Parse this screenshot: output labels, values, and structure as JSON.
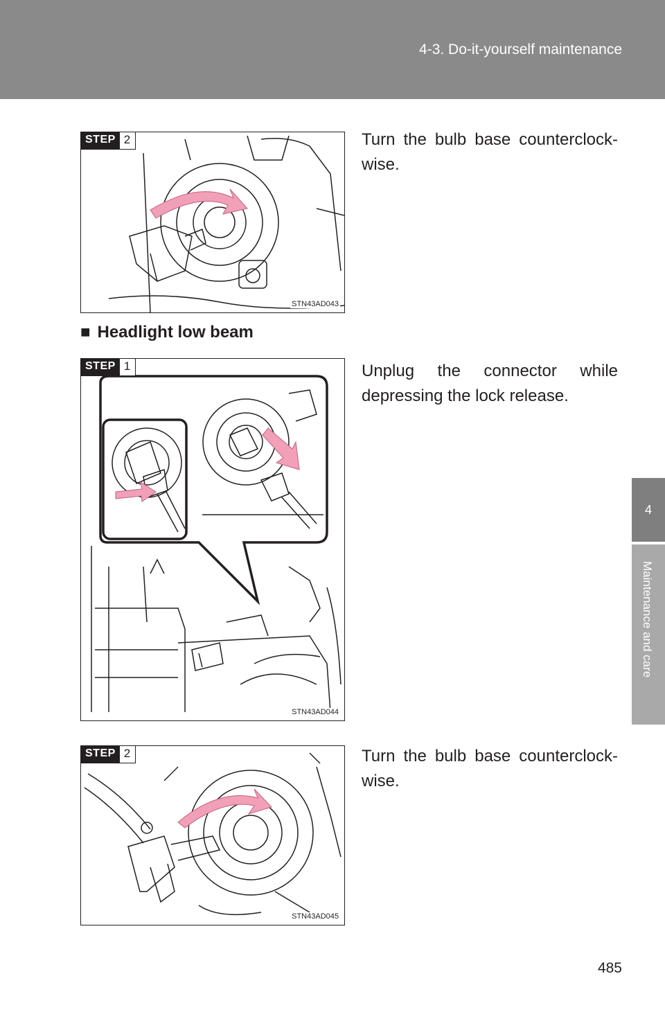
{
  "header": {
    "title": "4-3. Do-it-yourself maintenance"
  },
  "side_tab": {
    "chapter_number": "4",
    "chapter_title": "Maintenance and care"
  },
  "steps": [
    {
      "badge_word": "STEP",
      "badge_number": "2",
      "image_code": "STN43AD043",
      "text": "Turn the bulb base counterclock-wise."
    },
    {
      "badge_word": "STEP",
      "badge_number": "1",
      "image_code": "STN43AD044",
      "text": "Unplug the connector while depressing the lock release."
    },
    {
      "badge_word": "STEP",
      "badge_number": "2",
      "image_code": "STN43AD045",
      "text": "Turn the bulb base counterclock-wise."
    }
  ],
  "section": {
    "bullet": "■",
    "heading": "Headlight low beam"
  },
  "page_number": "485",
  "colors": {
    "header_bg": "#8a8a8a",
    "arrow": "#f2a0b8",
    "text": "#231f20"
  }
}
